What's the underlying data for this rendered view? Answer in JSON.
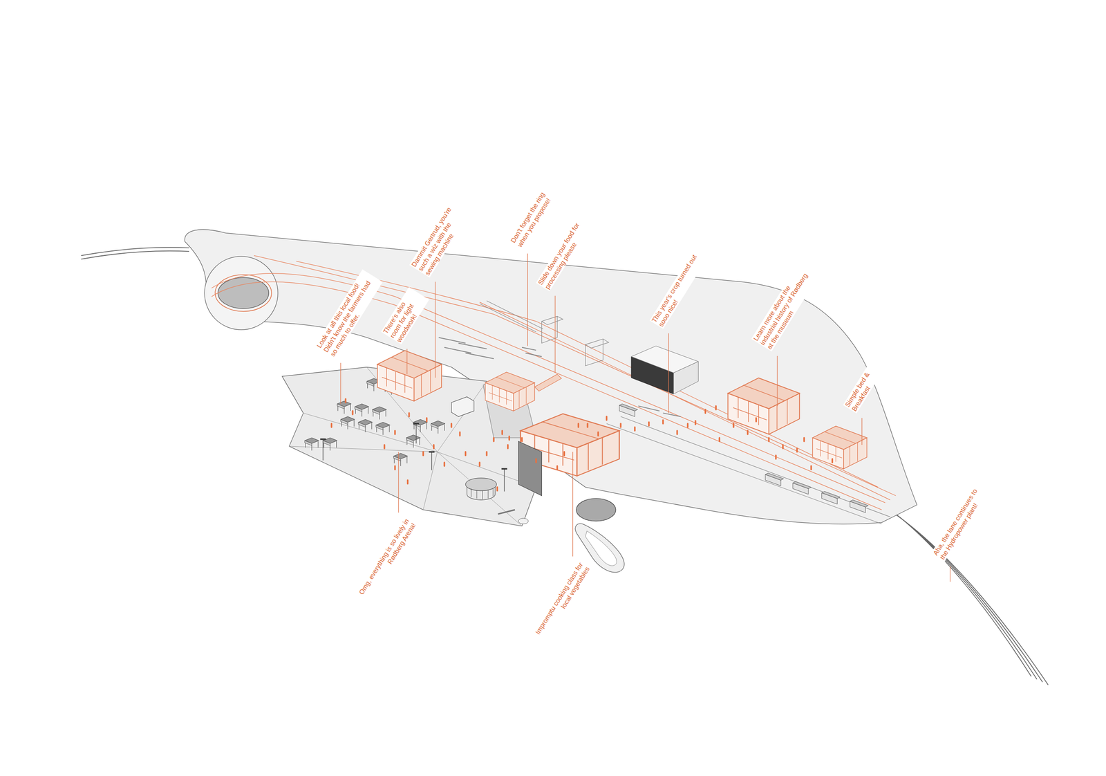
{
  "diagram": {
    "labels": [
      "Look at all this local food! Didn't know the farmers had so much to offer.",
      "There's also room for light woodwork!",
      "Dammit Gertrud, you're such a wiz with the sewing machine",
      "Don't forget the ring when you propose!",
      "Slide down your food for processing please",
      "This year's crop turned out sooo nice!",
      "Learn more about the industrial history of Rødberg at the museum",
      "Simple bed & Breakfast",
      "Omg, everything is so lively in Rødberg Arena!",
      "Impromptu cooking class for local vegetables",
      "Aha, the lane continues to the Hydropower plant!"
    ]
  }
}
